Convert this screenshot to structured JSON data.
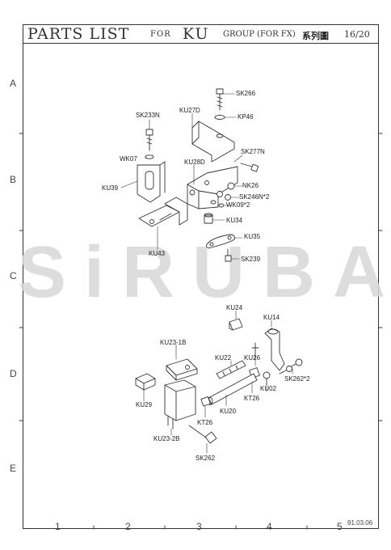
{
  "header": {
    "title": "PARTS LIST",
    "for": "FOR",
    "code": "KU",
    "group": "GROUP (FOR FX)",
    "cjk": "系列圖",
    "page": "16/20"
  },
  "row_letters": [
    "A",
    "B",
    "C",
    "D",
    "E"
  ],
  "col_numbers": [
    "1",
    "2",
    "3",
    "4",
    "5"
  ],
  "date": "91.03.06",
  "watermark": "SiRUBA",
  "callouts": {
    "sk266": "SK266",
    "kp46": "KP46",
    "ku27d": "KU27D",
    "sk233n": "SK233N",
    "sk277n": "SK277N",
    "wk07": "WK07",
    "ku28d": "KU28D",
    "nk26": "NK26",
    "ku39": "KU39",
    "sk246n": "SK246N*2",
    "wk09": "WK09*2",
    "ku34": "KU34",
    "ku35": "KU35",
    "ku43": "KU43",
    "sk239": "SK239",
    "ku24": "KU24",
    "ku14": "KU14",
    "ku23_1b": "KU23-1B",
    "ku22": "KU22",
    "ku26": "KU26",
    "sk262x2": "SK262*2",
    "ku02": "KU02",
    "kt26a": "KT26",
    "ku29": "KU29",
    "ku20": "KU20",
    "kt26b": "KT26",
    "ku23_2b": "KU23-2B",
    "sk262": "SK262"
  }
}
